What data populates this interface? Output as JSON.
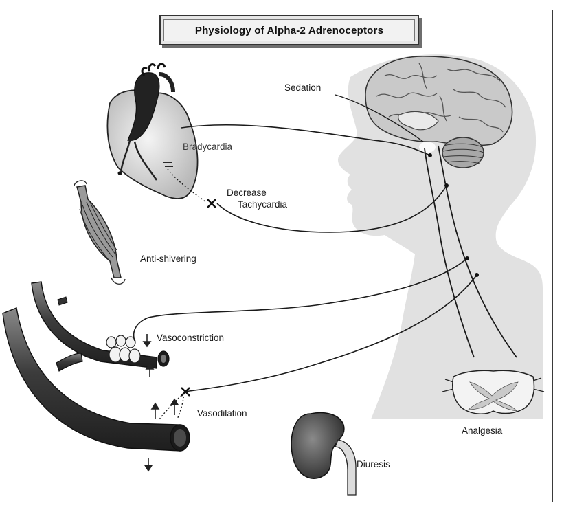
{
  "title": "Physiology of Alpha-2 Adrenoceptors",
  "labels": {
    "sedation": "Sedation",
    "bradycardia": "Bradycardia",
    "decrease": "Decrease",
    "tachycardia": "Tachycardia",
    "anti_shivering": "Anti-shivering",
    "vasoconstriction": "Vasoconstriction",
    "vasodilation": "Vasodilation",
    "analgesia": "Analgesia",
    "diuresis": "Diuresis"
  },
  "colors": {
    "line": "#1a1a1a",
    "silhouette": "#e1e1e1",
    "organ_dark": "#3a3a3a",
    "organ_mid": "#9a9a9a"
  }
}
